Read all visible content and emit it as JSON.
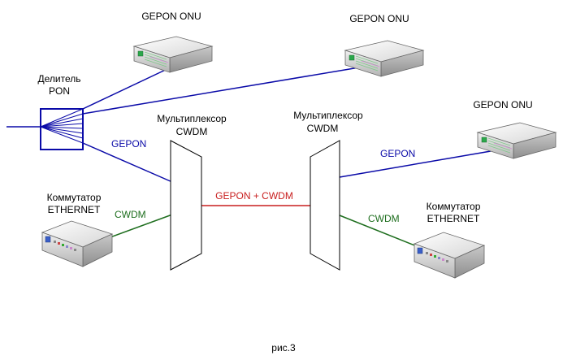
{
  "colors": {
    "gepon": "#0a0aa8",
    "cwdm": "#1e6e1e",
    "combined": "#c81e1e",
    "outline": "#000000"
  },
  "labels": {
    "onu_top_left": "GEPON ONU",
    "onu_top_right": "GEPON ONU",
    "onu_right": "GEPON ONU",
    "splitter_line1": "Делитель",
    "splitter_line2": "PON",
    "mux_left_line1": "Мультиплексор",
    "mux_left_line2": "CWDM",
    "mux_right_line1": "Мультиплексор",
    "mux_right_line2": "CWDM",
    "switch_left_line1": "Коммутатор",
    "switch_left_line2": "ETHERNET",
    "switch_right_line1": "Коммутатор",
    "switch_right_line2": "ETHERNET",
    "link_gepon_left": "GEPON",
    "link_gepon_right": "GEPON",
    "link_cwdm_left": "CWDM",
    "link_cwdm_right": "CWDM",
    "link_combined": "GEPON + CWDM",
    "caption": "рис.3"
  },
  "icons": {
    "onu": "onu-device-icon",
    "switch": "ethernet-switch-icon",
    "mux": "multiplexer-trapezoid",
    "splitter": "pon-splitter-box"
  }
}
